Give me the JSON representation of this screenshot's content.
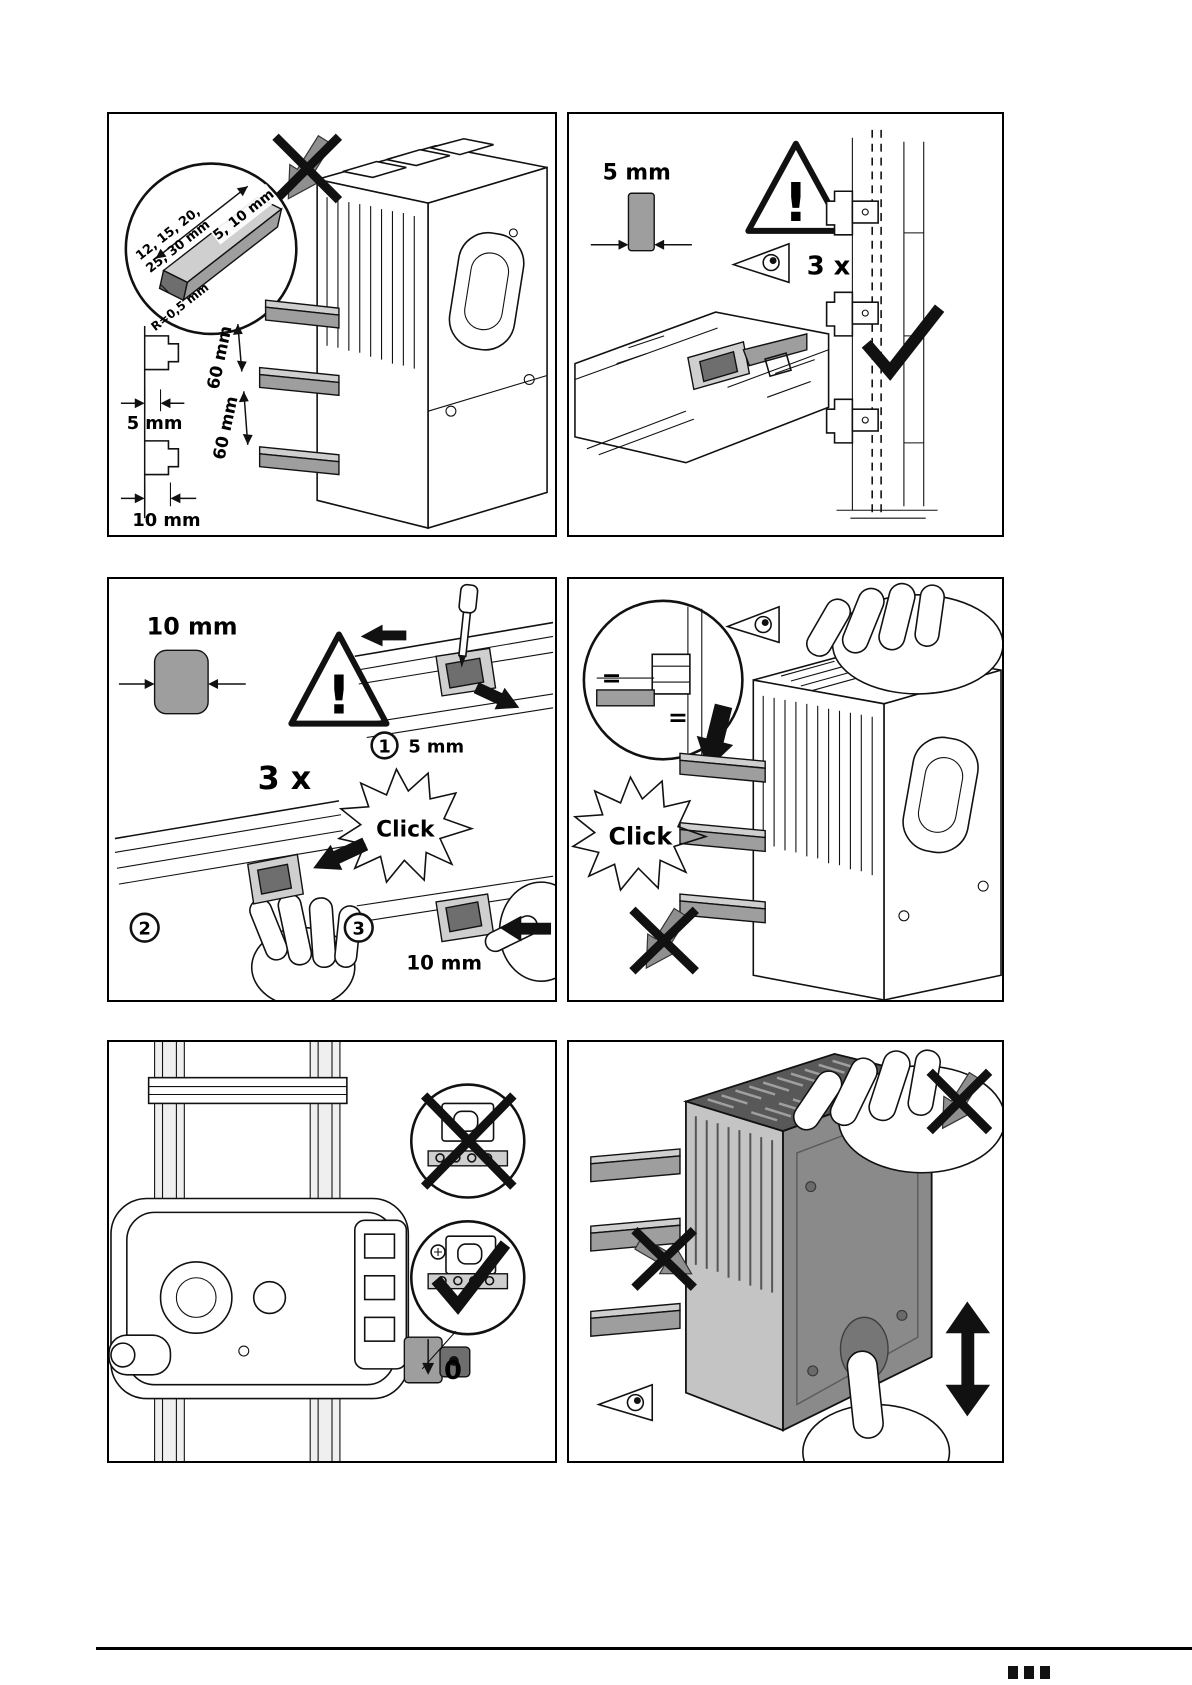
{
  "colors": {
    "ink": "#111111",
    "busbar_gray": "#9e9e9e",
    "busbar_light": "#cfcfcf",
    "arrow_gray": "#8f8f8f",
    "device_top_dark": "#585858",
    "device_front_gray": "#8a8a8a",
    "device_side_light": "#c4c4c4"
  },
  "icons": {
    "warning": "triangle-exclamation",
    "inspect": "eye",
    "correct": "checkmark",
    "incorrect": "crossed-out-arrow",
    "click": "burst"
  },
  "panels": {
    "p1": {
      "labels": {
        "widths_line1": "12, 15, 20,",
        "widths_line2": "25, 30 mm",
        "thickness": "5, 10 mm",
        "corner_radius": "R=0,5 mm",
        "edge_gap": "5 mm",
        "pitch_upper": "60 mm",
        "pitch_lower": "60 mm",
        "bottom_gap": "10 mm"
      }
    },
    "p2": {
      "labels": {
        "thickness": "5 mm",
        "warning_mark": "!",
        "repeat_count": "3 x"
      }
    },
    "p3": {
      "labels": {
        "thickness": "10 mm",
        "warning_mark": "!",
        "repeat_count": "3 x",
        "step_1": "1",
        "step_1_dim": "5 mm",
        "step_2": "2",
        "step_3": "3",
        "click": "Click",
        "step_3_dim": "10 mm"
      }
    },
    "p4": {
      "labels": {
        "align_left": "=",
        "align_right": "=",
        "click": "Click"
      }
    },
    "p5": {
      "labels": {
        "zero_gap": "0"
      }
    },
    "p6": {
      "labels": {}
    }
  }
}
